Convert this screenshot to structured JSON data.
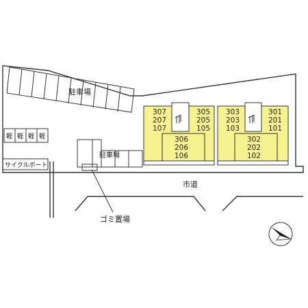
{
  "labels": {
    "parking_top": "駐車場",
    "parking_mid": "駐車場",
    "cycle_port": "サイクルポート",
    "street": "市道",
    "garbage": "ゴミ置場"
  },
  "kei_spots": [
    "軽",
    "軽",
    "軽",
    "軽"
  ],
  "units": {
    "left_upper_a": [
      "307",
      "207",
      "107"
    ],
    "left_upper_b": [
      "305",
      "205",
      "105"
    ],
    "left_lower": [
      "306",
      "206",
      "106"
    ],
    "right_upper_a": [
      "303",
      "203",
      "103"
    ],
    "right_upper_b": [
      "301",
      "201",
      "101"
    ],
    "right_lower": [
      "302",
      "202",
      "102"
    ]
  },
  "colors": {
    "building": "#f7f290",
    "line": "#333333"
  },
  "icons": [
    "stairs-icon",
    "stairs-icon",
    "north-compass-icon"
  ]
}
